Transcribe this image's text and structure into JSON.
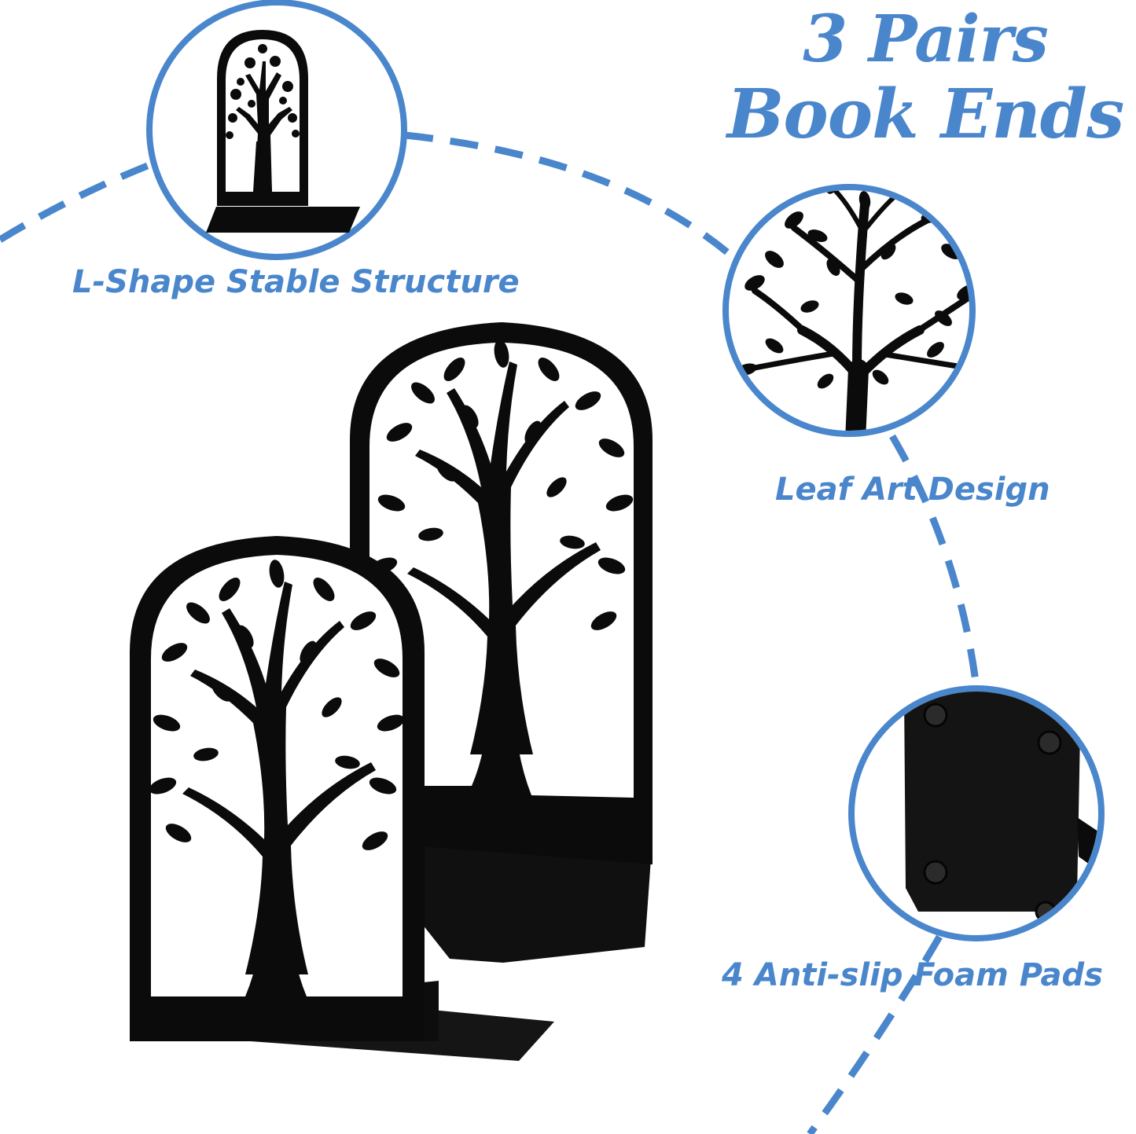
{
  "headline": {
    "line1": "3 Pairs",
    "line2": "Book Ends"
  },
  "features": [
    {
      "label": "L-Shape Stable Structure",
      "icon": "l-shape-bookend-icon"
    },
    {
      "label": "Leaf Art Design",
      "icon": "tree-leaf-detail-icon"
    },
    {
      "label": "4 Anti-slip Foam Pads",
      "icon": "foam-pad-base-icon"
    }
  ],
  "colors": {
    "accent": "#4a86cc",
    "metal": "#0b0b0b",
    "background": "#ffffff"
  }
}
